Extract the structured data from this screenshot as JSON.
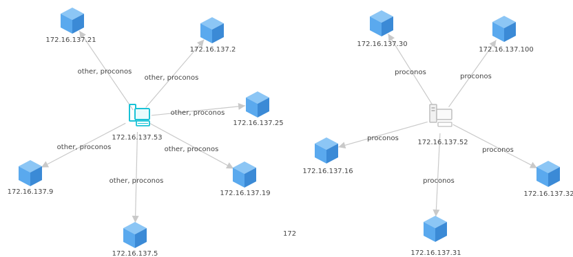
{
  "colors": {
    "leaf": "#5aa9ee",
    "leaf_top": "#8cc6f5",
    "leaf_dark": "#3b8ad6",
    "edge": "#c9c9c9",
    "hub_left": "#19c2d6",
    "hub_right": "#bdbdbd"
  },
  "icons": {
    "hub_left": "computer-icon",
    "hub_right": "server-computer-icon",
    "leaf": "cube-icon"
  },
  "clusters": [
    {
      "hub": {
        "id": "n53",
        "label": "172.16.137.53"
      },
      "edges": [
        {
          "target": "n21",
          "label": "other, proconos"
        },
        {
          "target": "n2",
          "label": "other, proconos"
        },
        {
          "target": "n25",
          "label": "other, proconos"
        },
        {
          "target": "n19",
          "label": "other, proconos"
        },
        {
          "target": "n5",
          "label": "other, proconos"
        },
        {
          "target": "n9",
          "label": "other, proconos"
        }
      ]
    },
    {
      "hub": {
        "id": "n52",
        "label": "172.16.137.52"
      },
      "edges": [
        {
          "target": "n30",
          "label": "proconos"
        },
        {
          "target": "n100",
          "label": "proconos"
        },
        {
          "target": "n32",
          "label": "proconos"
        },
        {
          "target": "n31",
          "label": "proconos"
        },
        {
          "target": "n16",
          "label": "proconos"
        }
      ]
    }
  ],
  "nodes": {
    "n21": "172.16.137.21",
    "n2": "172.16.137.2",
    "n25": "172.16.137.25",
    "n19": "172.16.137.19",
    "n5": "172.16.137.5",
    "n9": "172.16.137.9",
    "n30": "172.16.137.30",
    "n100": "172.16.137.100",
    "n32": "172.16.137.32",
    "n31": "172.16.137.31",
    "n16": "172.16.137.16"
  },
  "stray_text": "172"
}
